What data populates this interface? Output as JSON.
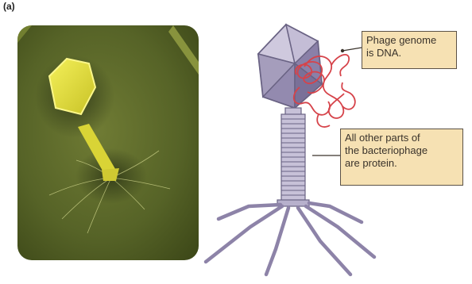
{
  "figure": {
    "panel_label": "(a)",
    "callouts": {
      "genome": {
        "lines": [
          "Phage genome",
          "is DNA."
        ]
      },
      "protein": {
        "lines": [
          "All other parts of",
          "the bacteriophage",
          "are protein."
        ]
      }
    }
  },
  "colors": {
    "capsid": "#a8a0be",
    "tail": "#b7b0cc",
    "dna": "#d6434a",
    "callout_fill": "#f6e1b3",
    "photo_background": "#5e6b2c",
    "photo_phage": "#e6e13a"
  },
  "icons": [
    "bacteriophage-micrograph",
    "bacteriophage-diagram"
  ]
}
